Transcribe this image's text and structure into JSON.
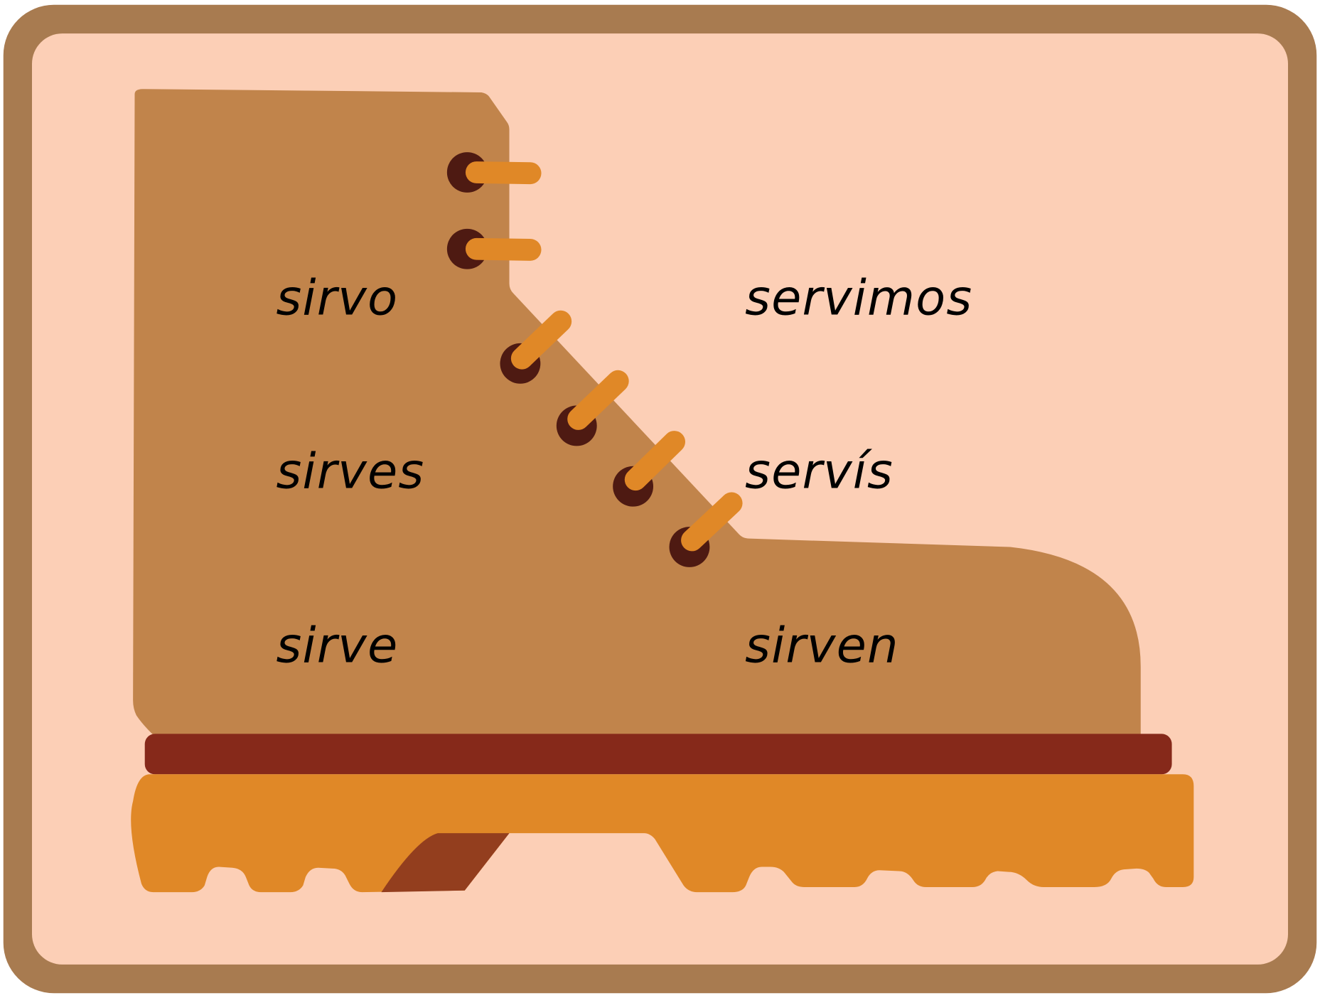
{
  "title": "Verb conjugation: servir",
  "conjugations": {
    "yo": "sirvo",
    "tu": "sirves",
    "el": "sirve",
    "nosotros": "servimos",
    "vos": "servís",
    "ellos": "sirven"
  },
  "colors": {
    "frame": "#A87B50",
    "background": "#FCCFB6",
    "boot": "#C1844B",
    "laces": "#E08827",
    "eyelets": "#4E1A12",
    "welt": "#86291A",
    "sole": "#E08827",
    "heel": "#933E1E"
  }
}
